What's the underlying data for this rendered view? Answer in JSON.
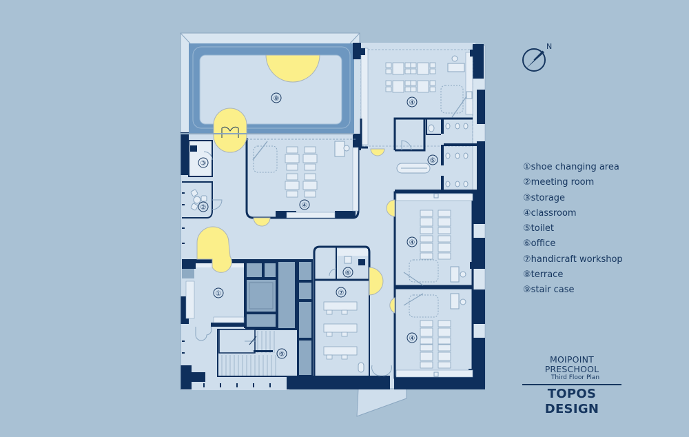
{
  "compass": {
    "north_label": "N"
  },
  "legend": {
    "items": [
      {
        "num": "①",
        "label": "shoe changing area"
      },
      {
        "num": "②",
        "label": "meeting room"
      },
      {
        "num": "③",
        "label": "storage"
      },
      {
        "num": "④",
        "label": "classroom"
      },
      {
        "num": "⑤",
        "label": "toilet"
      },
      {
        "num": "⑥",
        "label": "office"
      },
      {
        "num": "⑦",
        "label": "handicraft workshop"
      },
      {
        "num": "⑧",
        "label": "terrace"
      },
      {
        "num": "⑨",
        "label": "stair case"
      }
    ]
  },
  "title_block": {
    "project": "MOIPOINT PRESCHOOL",
    "subtitle": "Third Floor Plan",
    "firm": "TOPOS DESIGN"
  },
  "rooms": {
    "terrace": "⑧",
    "classroom_ne": "④",
    "toilet": "⑤",
    "storage": "③",
    "meeting": "②",
    "classroom_nw": "④",
    "classroom_e1": "④",
    "shoe": "①",
    "office": "⑥",
    "workshop": "⑦",
    "classroom_e2": "④",
    "stair": "⑨"
  },
  "colors": {
    "background": "#a9c1d4",
    "floor": "#cfdeec",
    "wall": "#0e2f5c",
    "terrace_border": "#6d97c0",
    "door_swing": "#fbef8a",
    "core": "#8eaac3",
    "text": "#16365f"
  }
}
